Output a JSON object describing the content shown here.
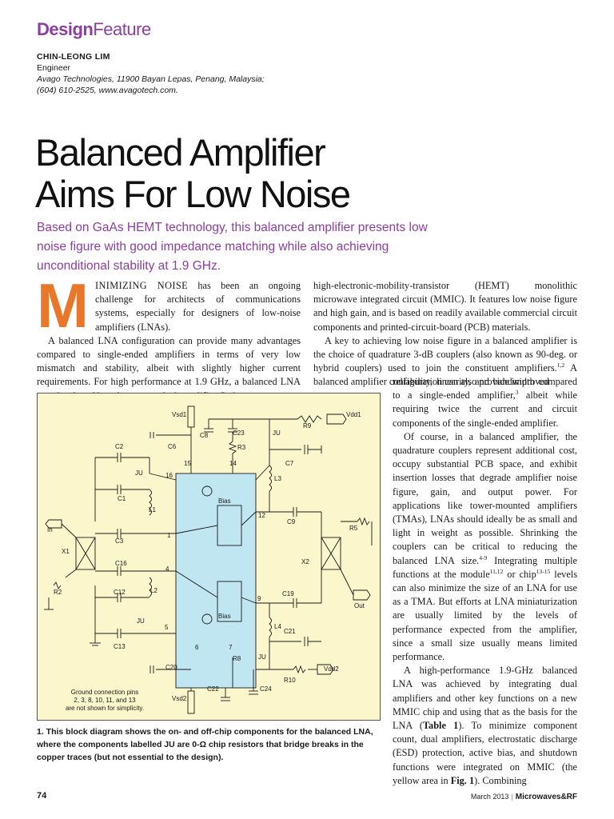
{
  "header": {
    "kicker_bold": "Design",
    "kicker_light": "Feature",
    "author_name": "CHIN-LEONG LIM",
    "author_role": "Engineer",
    "author_affiliation": "Avago Technologies, 11900 Bayan Lepas, Penang, Malaysia;",
    "author_contact": "(604) 610-2525, www.avagotech.com."
  },
  "article": {
    "title_line1": "Balanced Amplifier",
    "title_line2": "Aims For Low Noise",
    "deck": "Based on GaAs HEMT technology, this balanced amplifier presents low noise figure with good impedance matching while also achieving unconditional stability at 1.9 GHz.",
    "dropcap": "M",
    "col1_p1_smallcaps": "INIMIZING NOISE",
    "col1_p1_rest": " has been an ongoing challenge for architects of communications systems, especially for designers of low-noise amplifiers (LNAs).",
    "col1_p2": "A balanced LNA configuration can provide many advantages compared to single-ended amplifiers in terms of very low mismatch and stability, albeit with slightly higher current requirements. For high performance at 1.9 GHz, a balanced LNA was developed based on a new dual-amplifier GaAs",
    "col2_p1": "high-electronic-mobility-transistor (HEMT) monolithic microwave integrated circuit (MMIC). It features low noise figure and high gain, and is based on readily available commercial circuit components and printed-circuit-board (PCB) materials.",
    "col2_p2": "A key to achieving low noise figure in a balanced amplifier is the choice of quadrature 3-dB couplers (also known as 90-deg. or hybrid couplers) used to join the constituent amplifiers.",
    "col2_p2_sup": "1,2",
    "col2_p2_tail": " A balanced amplifier configuration can also provide improved",
    "col2b_p2_cont": "reliability, linearity, and bandwidth compared to a single-ended amplifier,",
    "col2b_p2_sup": "3",
    "col2b_p2_end": " albeit while requiring twice the current and circuit components of the single-ended amplifier.",
    "col2b_p3_a": "Of course, in a balanced amplifier, the quadrature couplers represent additional cost, occupy substantial PCB space, and exhibit insertion losses that degrade amplifier noise figure, gain, and output power. For applications like tower-mounted amplifiers (TMAs), LNAs should ideally be as small and light in weight as possible. Shrinking the couplers can be critical to reducing the balanced LNA size.",
    "col2b_p3_sup1": "4-9",
    "col2b_p3_b": " Integrating multiple functions at the module",
    "col2b_p3_sup2": "11,12",
    "col2b_p3_c": " or chip",
    "col2b_p3_sup3": "13-15",
    "col2b_p3_d": " levels can also minimize the size of an LNA for use as a TMA. But efforts at LNA miniaturization are usually limited by the levels of performance expected from the amplifier, since a small size usually means limited performance.",
    "col2b_p4_a": "A high-performance 1.9-GHz balanced LNA was achieved by integrating dual amplifiers and other key functions on a new MMIC chip and using that as the basis for the LNA (",
    "col2b_p4_ref1": "Table 1",
    "col2b_p4_b": "). To minimize component count, dual amplifiers, electrostatic discharge (ESD) protection, active bias, and shutdown functions were integrated on MMIC (the yellow area in ",
    "col2b_p4_ref2": "Fig. 1",
    "col2b_p4_c": "). Combining"
  },
  "figure": {
    "caption": "1. This block diagram shows the on- and off-chip components for the balanced LNA, where the components labelled JU are 0-Ω chip resistors that bridge breaks in the copper traces (but not essential to the design).",
    "note_line1": "Ground connection pins",
    "note_line2": "2, 3, 8, 10, 11, and 13",
    "note_line3": "are not shown for simplicity.",
    "labels": {
      "vsd1": "Vsd1",
      "vdd1": "Vdd1",
      "vsd2": "Vsd2",
      "vdd2": "Vdd2",
      "in": "In",
      "out": "Out",
      "x1": "X1",
      "x2": "X2",
      "r2": "R2",
      "r3": "R3",
      "r5": "R5",
      "r8": "R8",
      "r9": "R9",
      "r10": "R10",
      "c1": "C1",
      "c2": "C2",
      "c3": "C3",
      "c6": "C6",
      "c7": "C7",
      "c8": "C8",
      "c9": "C9",
      "c12": "C12",
      "c13": "C13",
      "c16": "C16",
      "c19": "C19",
      "c20": "C20",
      "c21": "C21",
      "c22": "C22",
      "c23": "C23",
      "c24": "C24",
      "l1": "L1",
      "l2": "L2",
      "l3": "L3",
      "l4": "L4",
      "ju": "JU",
      "bias": "Bias",
      "p1": "1",
      "p4": "4",
      "p5": "5",
      "p6": "6",
      "p7": "7",
      "p9": "9",
      "p12": "12",
      "p14": "14",
      "p15": "15",
      "p16": "16"
    }
  },
  "footer": {
    "page_number": "74",
    "issue": "March 2013",
    "separator": "|",
    "magazine": "Microwaves&RF"
  }
}
